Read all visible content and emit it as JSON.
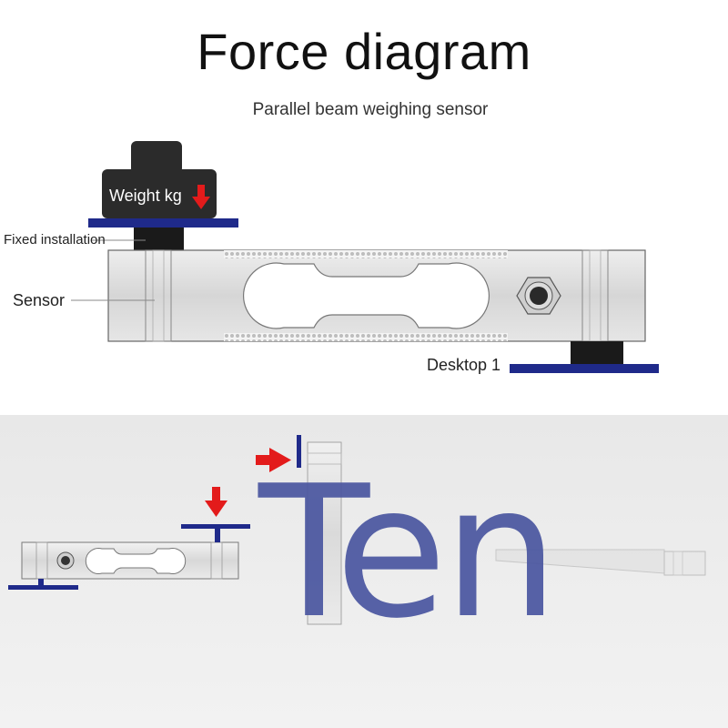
{
  "header": {
    "title": "Force diagram",
    "subtitle": "Parallel beam weighing sensor"
  },
  "labels": {
    "weight": "Weight kg",
    "fixed_installation": "Fixed installation",
    "sensor": "Sensor",
    "desktop": "Desktop 1"
  },
  "watermark": {
    "text": "Ten"
  },
  "colors": {
    "mount_blue": "#1f2a8a",
    "force_arrow": "#e31b1b",
    "weight_block": "#2b2b2b",
    "beam_metal": "#d9d9d9",
    "watermark": "#4a56a0"
  }
}
